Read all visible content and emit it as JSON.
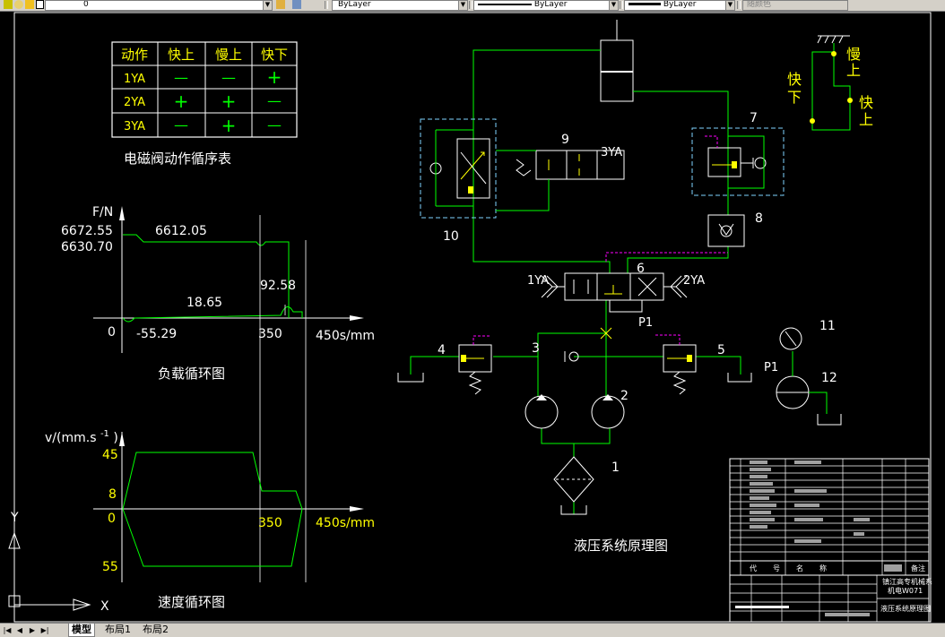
{
  "toolbar": {
    "layer_value": "0",
    "linetype_value": "ByLayer",
    "lineweight_value": "ByLayer",
    "linecolor_value": "ByLayer",
    "plotstyle_value": "随颜色"
  },
  "sequence_table": {
    "headers": [
      "动作",
      "快上",
      "慢上",
      "快下"
    ],
    "rows": [
      {
        "label": "1YA",
        "cells": [
          "—",
          "—",
          "+"
        ]
      },
      {
        "label": "2YA",
        "cells": [
          "+",
          "+",
          "—"
        ]
      },
      {
        "label": "3YA",
        "cells": [
          "—",
          "+",
          "—"
        ]
      }
    ],
    "caption": "电磁阀动作循序表"
  },
  "load_chart": {
    "ylabel": "F/N",
    "y_ticks": [
      "6672.55",
      "6630.70"
    ],
    "x_ticks": [
      "0",
      "350",
      "450s/mm"
    ],
    "annotations": [
      "6612.05",
      "18.65",
      "92.58",
      "-55.29"
    ],
    "caption": "负载循环图"
  },
  "speed_chart": {
    "ylabel_main": "v/(mm.s",
    "ylabel_sup": "-1",
    "ylabel_end": ")",
    "y_ticks": [
      "45",
      "8",
      "0",
      "55"
    ],
    "x_ticks": [
      "350",
      "450s/mm"
    ],
    "caption": "速度循环图"
  },
  "hydraulic": {
    "caption": "液压系统原理图",
    "labels": [
      "1",
      "2",
      "3",
      "4",
      "5",
      "6",
      "7",
      "8",
      "9",
      "10",
      "11",
      "12",
      "P1",
      "P1",
      "1YA",
      "2YA",
      "3YA"
    ]
  },
  "motion_diagram": {
    "labels": [
      "慢",
      "上",
      "快",
      "下",
      "快",
      "上"
    ]
  },
  "ucs": {
    "y": "Y",
    "x": "X"
  },
  "title_block": {
    "label_row": [
      "代",
      "号",
      "名",
      "称"
    ],
    "company": "镇江高专机械系",
    "class_code": "机电W071",
    "drawing_title": "液压系统原理图",
    "remark_header": "备注"
  },
  "layout_tabs": {
    "tabs": [
      "模型",
      "布局1",
      "布局2"
    ]
  },
  "colors": {
    "background": "#000000",
    "green": "#00ff00",
    "yellow": "#ffff00",
    "white": "#ffffff",
    "cyan": "#7fd4ff",
    "magenta": "#ff00ff"
  }
}
